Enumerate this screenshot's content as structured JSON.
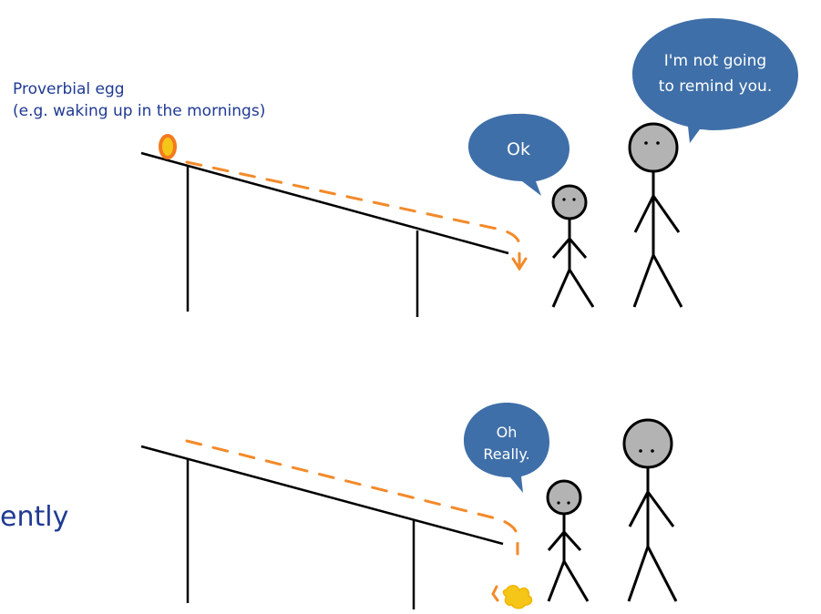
{
  "egg_label": {
    "line1": "Proverbial egg",
    "line2": "(e.g. waking up in the mornings)"
  },
  "partial_text": "ently",
  "panel_top": {
    "small_person_speech": "Ok",
    "tall_person_speech_line1": "I'm not going",
    "tall_person_speech_line2": "to remind you."
  },
  "panel_bottom": {
    "small_person_speech_line1": "Oh",
    "small_person_speech_line2": "Really."
  },
  "colors": {
    "text_blue": "#1f3a93",
    "bubble_fill": "#3f6fa8",
    "egg_orange": "#f37a1f",
    "egg_yellow": "#f5c518",
    "dash_orange": "#f38a2a",
    "figure_gray": "#b3b3b3"
  }
}
